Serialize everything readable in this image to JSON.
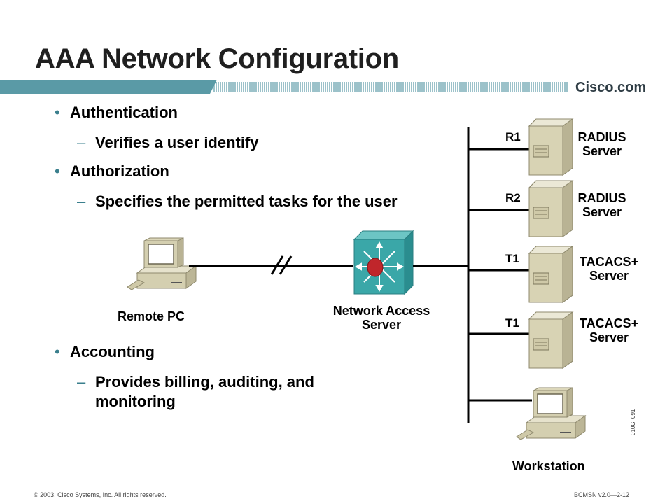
{
  "slide": {
    "title": "AAA Network Configuration",
    "brand": "Cisco.com"
  },
  "bullets": [
    {
      "label": "Authentication",
      "sub": "Verifies a user identify"
    },
    {
      "label": "Authorization",
      "sub": "Specifies the permitted tasks for the user"
    },
    {
      "label": "Accounting",
      "sub": "Provides billing, auditing, and monitoring"
    }
  ],
  "diagram": {
    "remote_pc": "Remote PC",
    "nas_line1": "Network Access",
    "nas_line2": "Server",
    "workstation": "Workstation",
    "servers": [
      {
        "link": "R1",
        "line1": "RADIUS",
        "line2": "Server"
      },
      {
        "link": "R2",
        "line1": "RADIUS",
        "line2": "Server"
      },
      {
        "link": "T1",
        "line1": "TACACS+",
        "line2": "Server"
      },
      {
        "link": "T1",
        "line1": "TACACS+",
        "line2": "Server"
      }
    ],
    "figure_code": "010G_091"
  },
  "footer": {
    "copyright": "© 2003, Cisco Systems, Inc. All rights reserved.",
    "course": "BCMSN v2.0—2-12"
  },
  "colors": {
    "banner_teal": "#5a9aa6",
    "bullet_accent": "#3a7f8d",
    "nas_teal": "#3aa7a8",
    "device_beige": "#d8d3b4"
  }
}
